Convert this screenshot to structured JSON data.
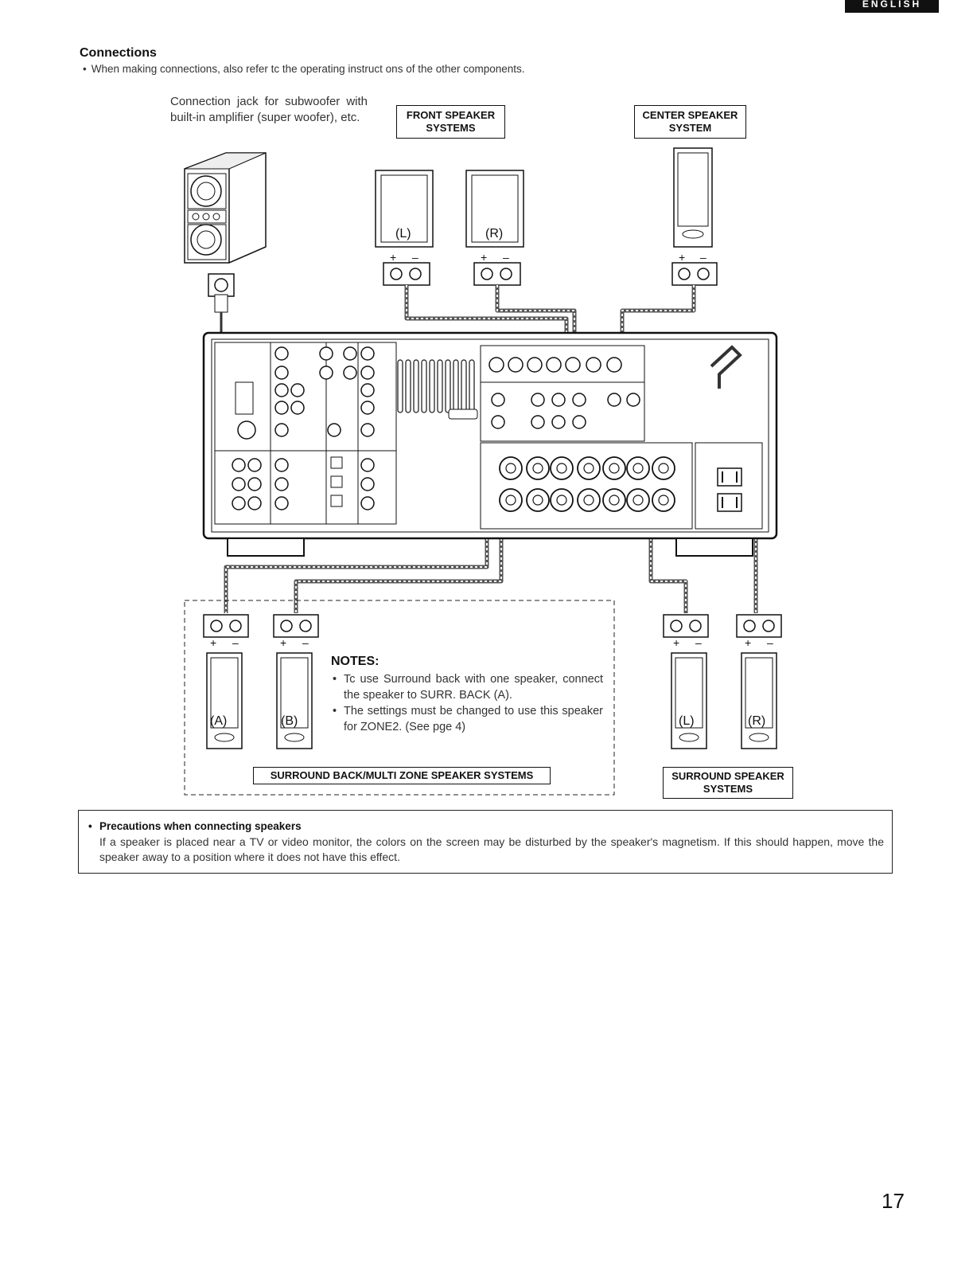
{
  "header": {
    "language_tab": "ENGLISH"
  },
  "section": {
    "title": "Connections",
    "intro": "When making connections, also refer tc the operating instruct ons of the other components."
  },
  "subwoofer": {
    "caption": "Connection jack for subwoofer with built-in amplifier (super woofer), etc."
  },
  "labels": {
    "front": "FRONT SPEAKER\nSYSTEMS",
    "center": "CENTER SPEAKER\nSYSTEM",
    "surround_back": "SURROUND BACK/MULTI ZONE SPEAKER SYSTEMS",
    "surround": "SURROUND SPEAKER\nSYSTEMS"
  },
  "speakers": {
    "front_left": "(L)",
    "front_right": "(R)",
    "back_a": "(A)",
    "back_b": "(B)",
    "surround_left": "(L)",
    "surround_right": "(R)",
    "plus": "+",
    "minus": "–"
  },
  "notes": {
    "title": "NOTES:",
    "items": [
      "Tc use Surround back with one speaker, connect the speaker to SURR. BACK (A).",
      "The settings must be changed to use this speaker for ZONE2. (See pge 4)"
    ]
  },
  "precautions": {
    "title": "Precautions when connecting speakers",
    "text": "If a speaker is placed near a TV or video monitor, the colors on the screen may be disturbed by the speaker's magnetism. If this should happen, move the speaker away to a position where it does not have this effect."
  },
  "footer": {
    "page_number": "17"
  }
}
